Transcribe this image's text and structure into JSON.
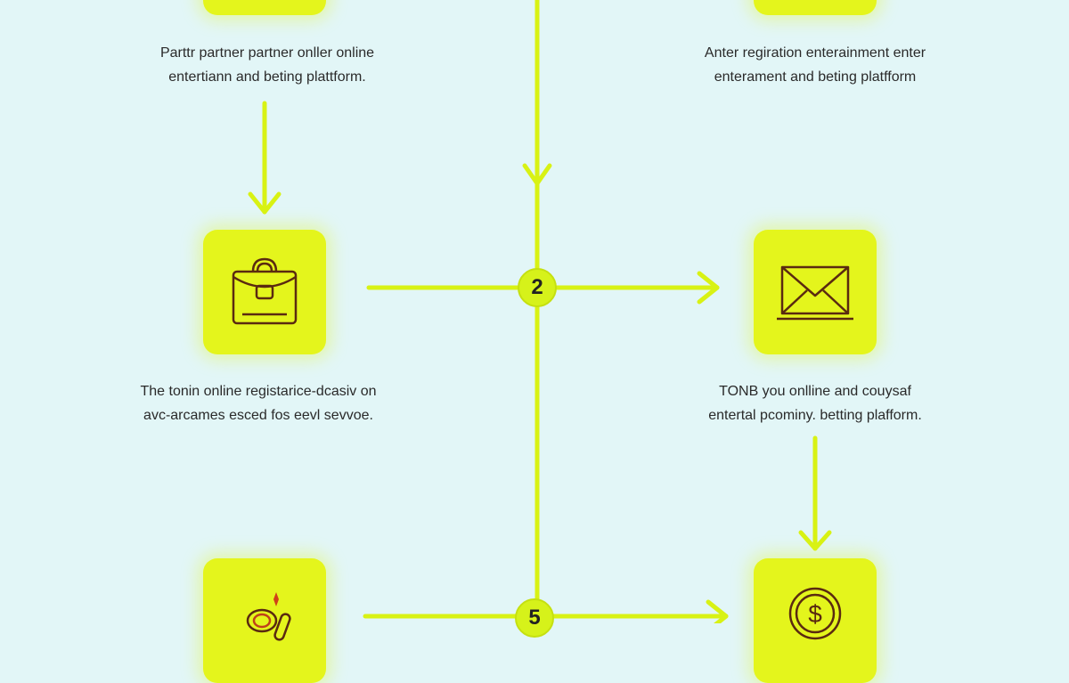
{
  "steps": [
    {
      "icon": "card-icon",
      "caption_lines": [
        "Parttr partner partner onller online",
        "entertiann and beting plattform."
      ]
    },
    {
      "icon": "card-icon",
      "caption_lines": [
        "Anter regiration enterainment enter",
        "enterament and beting platfform"
      ]
    },
    {
      "icon": "briefcase-icon",
      "caption_lines": [
        "The tonin online registarice-dcasiv on",
        "avc-arcames esced fos eevl sevvoe."
      ]
    },
    {
      "icon": "envelope-icon",
      "caption_lines": [
        "TONB you onlline and couysaf",
        "entertal pcominy. betting plafform."
      ]
    },
    {
      "icon": "coins-icon"
    },
    {
      "icon": "dollar-coin-icon"
    }
  ],
  "badges": [
    "2",
    "5"
  ],
  "colors": {
    "background": "#e2f6f7",
    "accent": "#e4f51c",
    "icon_stroke": "#5a2a10"
  }
}
